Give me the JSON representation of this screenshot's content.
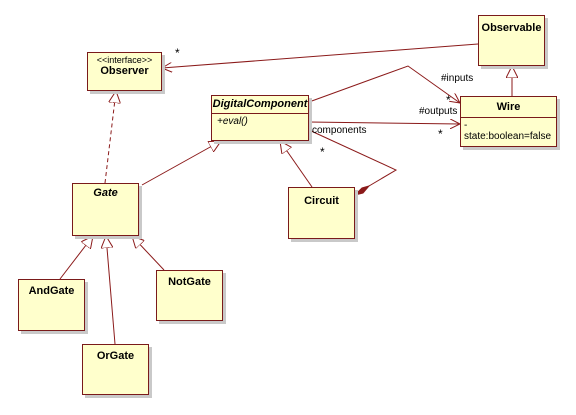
{
  "classes": {
    "observer": {
      "stereotype": "<<interface>>",
      "name": "Observer"
    },
    "observable": {
      "name": "Observable"
    },
    "digital_component": {
      "name": "DigitalComponent",
      "operation": "+eval()"
    },
    "wire": {
      "name": "Wire",
      "attribute": "-state:boolean=false"
    },
    "gate": {
      "name": "Gate"
    },
    "circuit": {
      "name": "Circuit"
    },
    "and_gate": {
      "name": "AndGate"
    },
    "not_gate": {
      "name": "NotGate"
    },
    "or_gate": {
      "name": "OrGate"
    }
  },
  "labels": {
    "observer_multiplicity": "*",
    "inputs_role": "#inputs",
    "inputs_multiplicity": "*",
    "outputs_role": "#outputs",
    "outputs_multiplicity": "*",
    "components_role": "components",
    "components_multiplicity": "*"
  },
  "colors": {
    "line": "#8b1a1a",
    "box_fill": "#ffffcc",
    "shadow": "#c9c9c9"
  }
}
